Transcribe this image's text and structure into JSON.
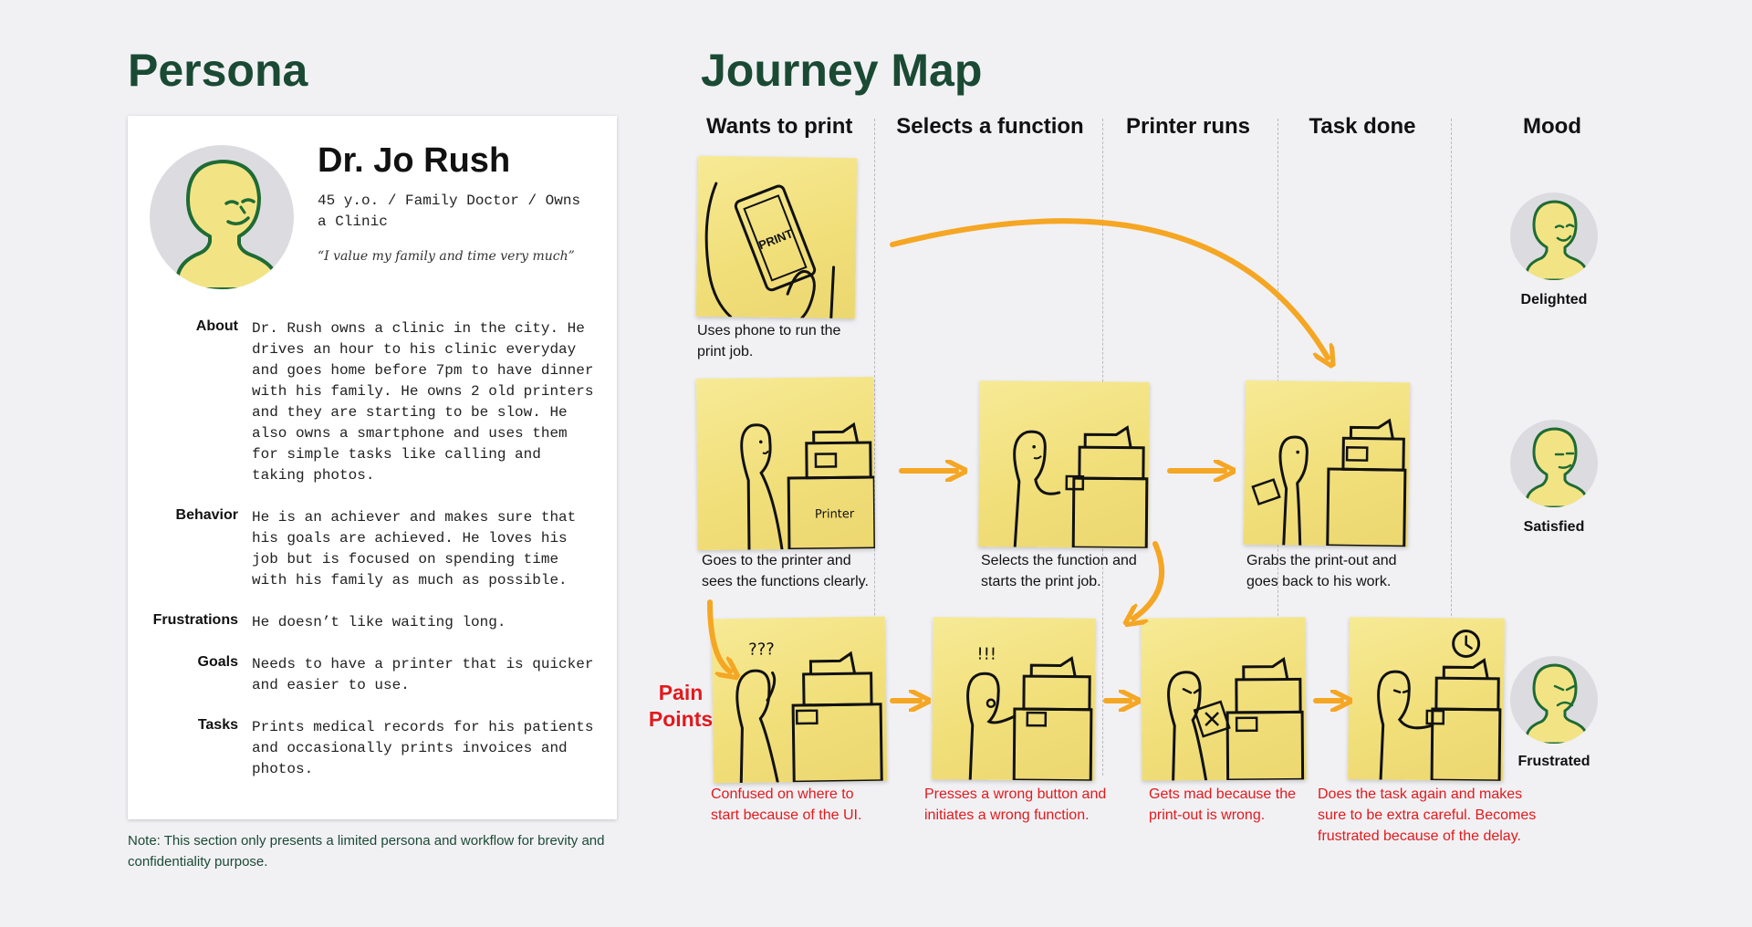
{
  "persona": {
    "heading": "Persona",
    "name": "Dr. Jo Rush",
    "meta": "45 y.o. / Family Doctor / Owns a Clinic",
    "quote": "“I value my family and time very much”",
    "rows": [
      {
        "label": "About",
        "text": "Dr. Rush owns a clinic in the city. He drives an hour to his clinic everyday and goes home before 7pm to have dinner with his family. He owns 2 old printers and they are starting to be slow. He also owns a smartphone and uses them for simple tasks like calling and taking photos."
      },
      {
        "label": "Behavior",
        "text": "He is an achiever and makes sure that his goals are achieved. He loves his job but is focused on spending time with his family as much as possible."
      },
      {
        "label": "Frustrations",
        "text": "He doesn’t like waiting long."
      },
      {
        "label": "Goals",
        "text": "Needs to have a printer that is quicker and easier to use."
      },
      {
        "label": "Tasks",
        "text": "Prints medical records for his patients and occasionally prints invoices and photos."
      }
    ],
    "note": "Note: This section only presents a limited persona and workflow for brevity and confidentiality purpose."
  },
  "journey": {
    "heading": "Journey Map",
    "columns": [
      "Wants to print",
      "Selects a function",
      "Printer runs",
      "Task done",
      "Mood"
    ],
    "sketch_texts": {
      "phone": "PRINT",
      "printer": "Printer"
    },
    "captions": {
      "phone": "Uses phone to run the print job.",
      "go_printer": "Goes to the printer and sees the functions clearly.",
      "select": "Selects the function and starts the print job.",
      "grab": "Grabs the print-out and goes back to his work."
    },
    "pain_label": "Pain Points",
    "pain_marks": {
      "confused": "???",
      "surprised": "!!!"
    },
    "pain_captions": {
      "confused": "Confused on where to start because of the UI.",
      "wrong_button": "Presses a wrong button and initiates a wrong function.",
      "mad": "Gets mad because the print-out is wrong.",
      "again": "Does the task again and makes sure to be extra careful. Becomes frustrated because of the delay."
    },
    "moods": [
      "Delighted",
      "Satisfied",
      "Frustrated"
    ]
  },
  "colors": {
    "heading": "#1b4a34",
    "sticky": "#f3e27f",
    "arrow": "#f5a623",
    "pain": "#e3191c",
    "face_line": "#1f6b35",
    "face_fill": "#f2e485"
  }
}
